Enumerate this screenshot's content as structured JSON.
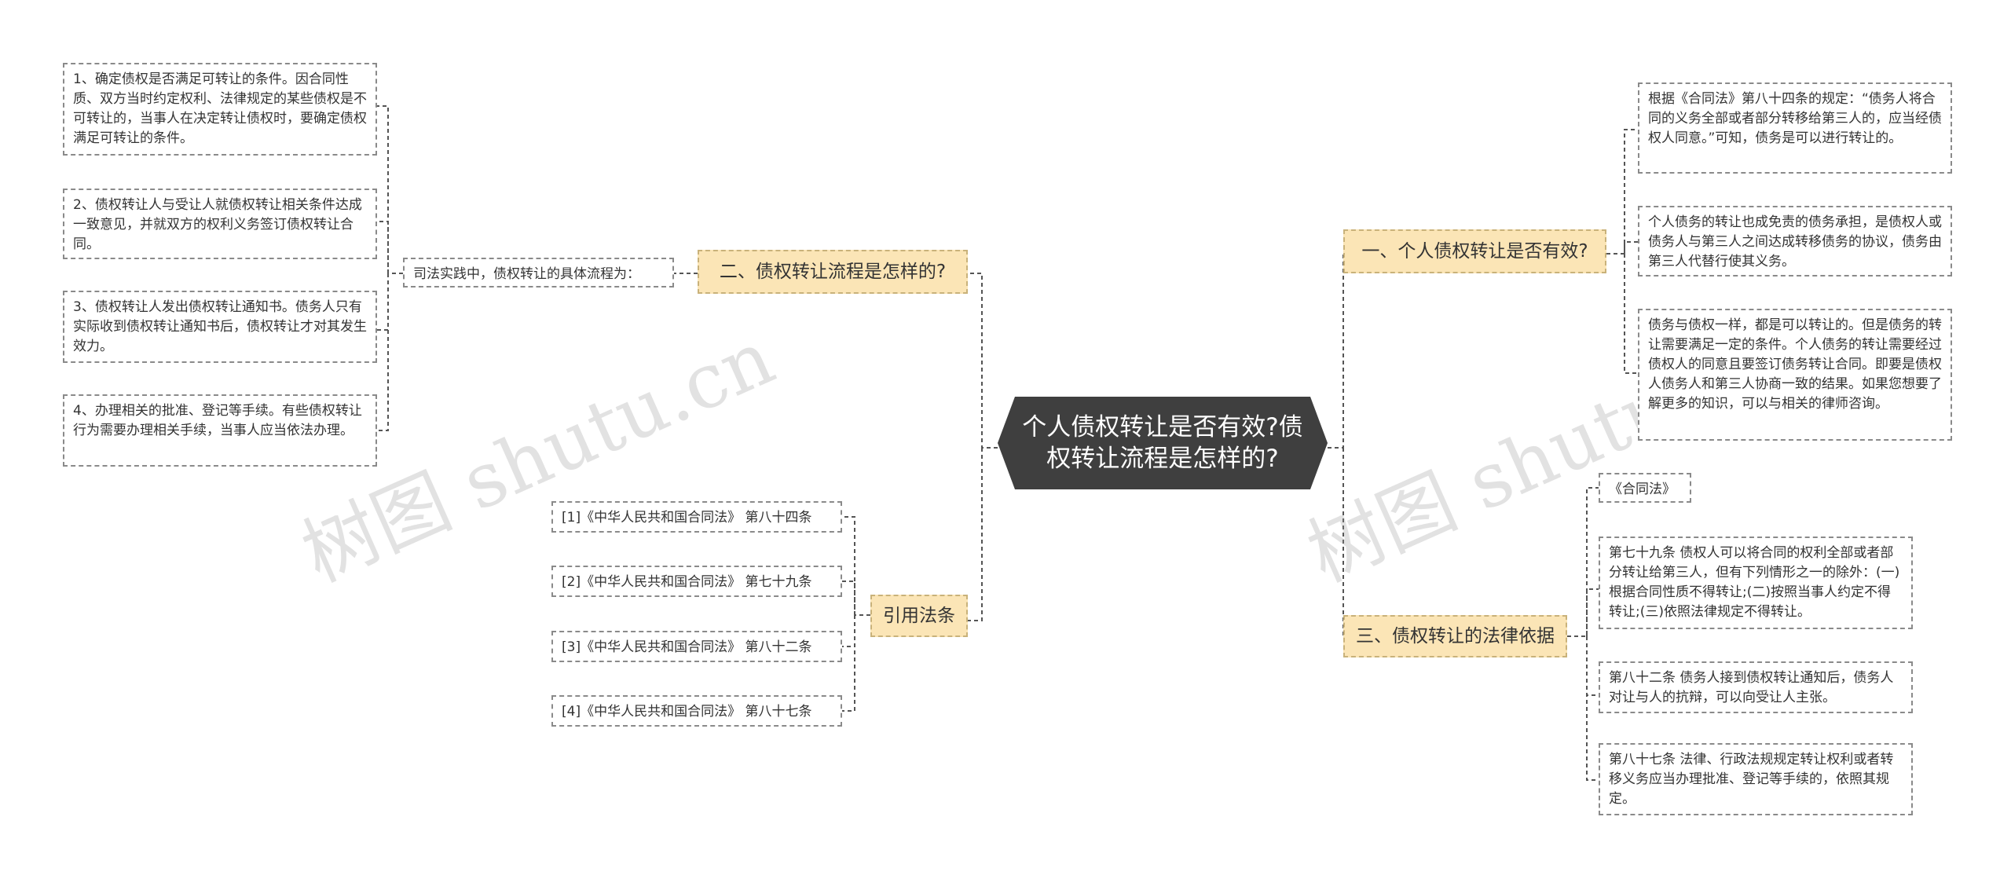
{
  "center": {
    "title": "个人债权转让是否有效?债权转让流程是怎样的?"
  },
  "branches": {
    "b1": {
      "label": "一、个人债权转让是否有效?"
    },
    "b2": {
      "label": "二、债权转让流程是怎样的?"
    },
    "b3": {
      "label": "三、债权转让的法律依据"
    },
    "b4": {
      "label": "引用法条"
    }
  },
  "leaves": {
    "b1_1": "根据《合同法》第八十四条的规定：“债务人将合同的义务全部或者部分转移给第三人的，应当经债权人同意。”可知，债务是可以进行转让的。",
    "b1_2": "个人债务的转让也成免责的债务承担，是债权人或债务人与第三人之间达成转移债务的协议，债务由第三人代替行使其义务。",
    "b1_3": "债务与债权一样，都是可以转让的。但是债务的转让需要满足一定的条件。个人债务的转让需要经过债权人的同意且要签订债务转让合同。即要是债权人债务人和第三人协商一致的结果。如果您想要了解更多的知识，可以与相关的律师咨询。",
    "b2_mid": "司法实践中，债权转让的具体流程为：",
    "b2_1": "1、确定债权是否满足可转让的条件。因合同性质、双方当时约定权利、法律规定的某些债权是不可转让的，当事人在决定转让债权时，要确定债权满足可转让的条件。",
    "b2_2": "2、债权转让人与受让人就债权转让相关条件达成一致意见，并就双方的权利义务签订债权转让合同。",
    "b2_3": "3、债权转让人发出债权转让通知书。债务人只有实际收到债权转让通知书后，债权转让才对其发生效力。",
    "b2_4": "4、办理相关的批准、登记等手续。有些债权转让行为需要办理相关手续，当事人应当依法办理。",
    "b3_1": "《合同法》",
    "b3_2": "第七十九条 债权人可以将合同的权利全部或者部分转让给第三人，但有下列情形之一的除外：(一)根据合同性质不得转让;(二)按照当事人约定不得转让;(三)依照法律规定不得转让。",
    "b3_3": "第八十二条 债务人接到债权转让通知后，债务人对让与人的抗辩，可以向受让人主张。",
    "b3_4": "第八十七条 法律、行政法规规定转让权利或者转移义务应当办理批准、登记等手续的，依照其规定。",
    "b4_1": "[1]《中华人民共和国合同法》 第八十四条",
    "b4_2": "[2]《中华人民共和国合同法》 第七十九条",
    "b4_3": "[3]《中华人民共和国合同法》 第八十二条",
    "b4_4": "[4]《中华人民共和国合同法》 第八十七条"
  },
  "watermarks": [
    "树图 shutu.cn",
    "树图 shutu.cn"
  ],
  "colors": {
    "center_bg": "#3f3f3f",
    "branch_bg": "#fbe5b6",
    "line": "#555555"
  }
}
